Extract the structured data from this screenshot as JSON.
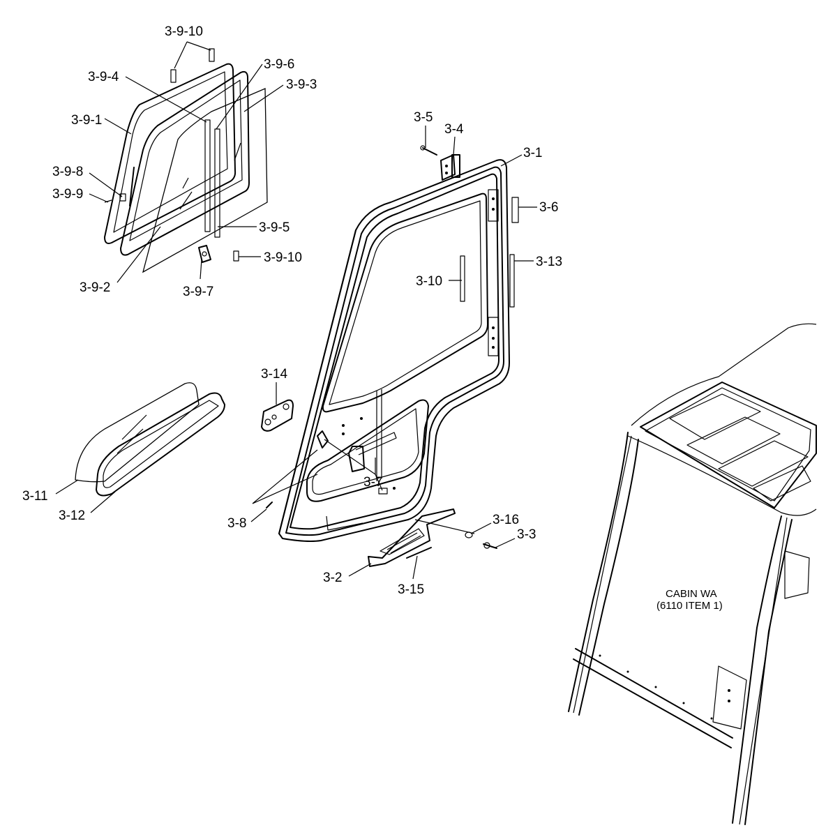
{
  "callouts": {
    "c_3_9_10_top": "3-9-10",
    "c_3_9_4": "3-9-4",
    "c_3_9_6": "3-9-6",
    "c_3_9_3": "3-9-3",
    "c_3_9_1": "3-9-1",
    "c_3_9_8": "3-9-8",
    "c_3_9_9": "3-9-9",
    "c_3_9_5": "3-9-5",
    "c_3_9_10_bottom": "3-9-10",
    "c_3_9_2": "3-9-2",
    "c_3_9_7": "3-9-7",
    "c_3_5": "3-5",
    "c_3_4": "3-4",
    "c_3_1": "3-1",
    "c_3_6": "3-6",
    "c_3_13": "3-13",
    "c_3_10": "3-10",
    "c_3_14": "3-14",
    "c_3_11": "3-11",
    "c_3_12": "3-12",
    "c_3_7": "3-7",
    "c_3_8": "3-8",
    "c_3_16": "3-16",
    "c_3_3": "3-3",
    "c_3_2": "3-2",
    "c_3_15": "3-15"
  },
  "cabin_note": {
    "line1": "CABIN WA",
    "line2": "(6110 ITEM 1)"
  }
}
